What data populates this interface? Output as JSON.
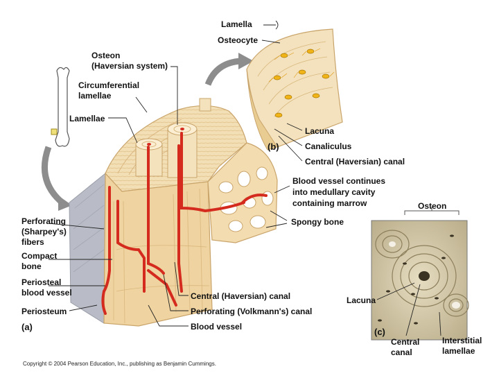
{
  "labels": {
    "lamella": "Lamella",
    "osteocyte": "Osteocyte",
    "osteon_line1": "Osteon",
    "osteon_line2": "(Haversian system)",
    "circumferential_line1": "Circumferential",
    "circumferential_line2": "lamellae",
    "lamellae": "Lamellae",
    "lacuna_b": "Lacuna",
    "canaliculus": "Canaliculus",
    "central_canal_b": "Central (Haversian) canal",
    "blood_vessel_continues_line1": "Blood vessel continues",
    "blood_vessel_continues_line2": "into medullary cavity",
    "blood_vessel_continues_line3": "containing marrow",
    "spongy_bone": "Spongy bone",
    "perforating_fibers_line1": "Perforating",
    "perforating_fibers_line2": "(Sharpey's)",
    "perforating_fibers_line3": "fibers",
    "compact_bone_line1": "Compact",
    "compact_bone_line2": "bone",
    "periosteal_vessel_line1": "Periosteal",
    "periosteal_vessel_line2": "blood vessel",
    "periosteum": "Periosteum",
    "central_canal_a": "Central (Haversian) canal",
    "perforating_canal": "Perforating (Volkmann's) canal",
    "blood_vessel": "Blood vessel",
    "osteon_c": "Osteon",
    "lacuna_c": "Lacuna",
    "central_canal_c_line1": "Central",
    "central_canal_c_line2": "canal",
    "interstitial_line1": "Interstitial",
    "interstitial_line2": "lamellae"
  },
  "panels": {
    "a": "(a)",
    "b": "(b)",
    "c": "(c)"
  },
  "copyright": "Copyright © 2004 Pearson Education, Inc., publishing as Benjamin Cummings.",
  "colors": {
    "bone": "#f3dfb6",
    "bone_dark": "#e4c893",
    "bone_line": "#c9a46a",
    "vessel": "#d42b1e",
    "periosteum": "#b9bcc6",
    "osteocyte": "#f0b418",
    "arrow": "#8d8d8d",
    "micro_bg": "#d8cfb2"
  }
}
